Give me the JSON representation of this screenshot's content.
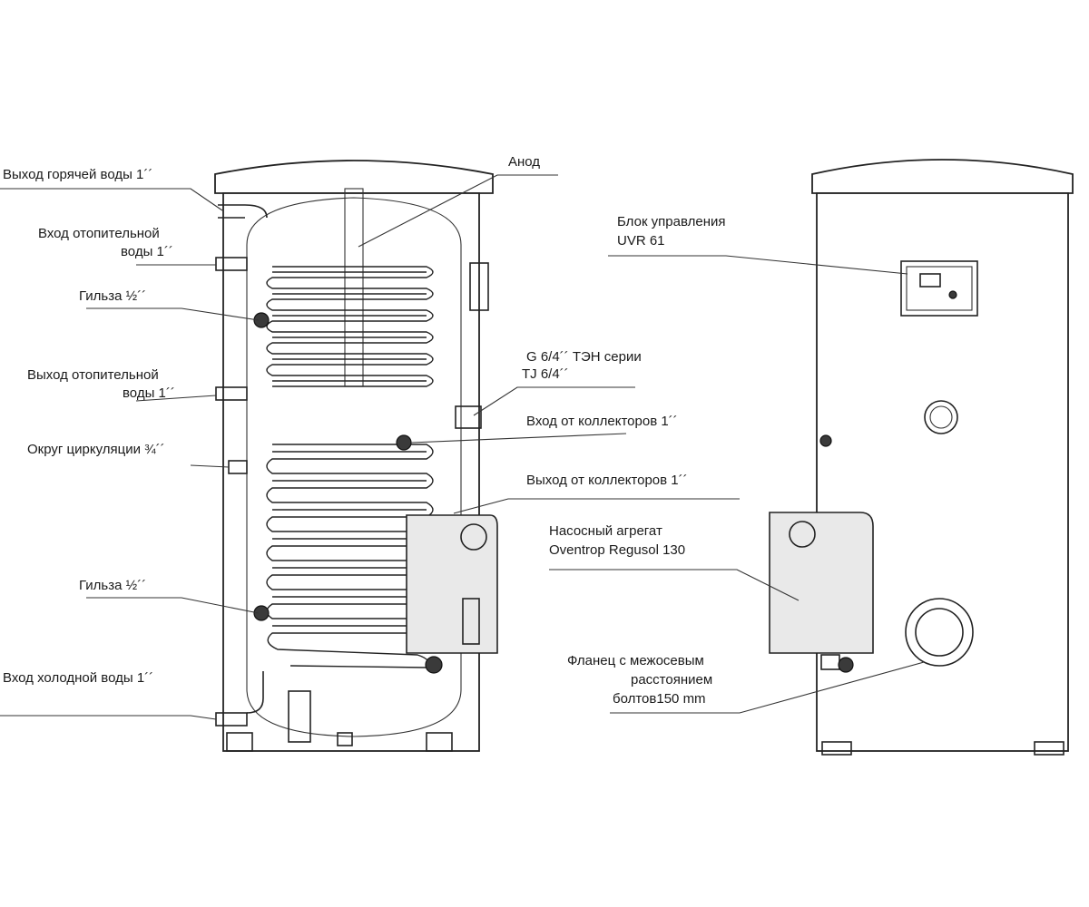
{
  "labels": {
    "hot_water_out": "Выход горячей воды 1´´",
    "heating_in_1": "Вход отопительной",
    "heating_in_2": "воды  1´´",
    "sleeve_top": "Гильза ½´´",
    "heating_out_1": "Выход отопительной",
    "heating_out_2": "воды 1´´",
    "circulation": "Округ циркуляции ¾´´",
    "sleeve_bottom": "Гильза ½´´",
    "cold_water_in": "Вход холодной воды 1´´",
    "anode": "Анод",
    "heater_1": "G 6/4´´ ТЭН  серии",
    "heater_2": "TJ 6/4´´",
    "collectors_in": "Вход от коллекторов 1´´",
    "collectors_out": "Выход от коллекторов 1´´",
    "control_unit_1": "Блок управления",
    "control_unit_2": "UVR 61",
    "pump_unit_1": "Насосный агрегат",
    "pump_unit_2": "Oventrop Regusol 130",
    "flange_1": "Фланец с межосевым",
    "flange_2": "расстоянием",
    "flange_3": "болтов150 mm"
  }
}
